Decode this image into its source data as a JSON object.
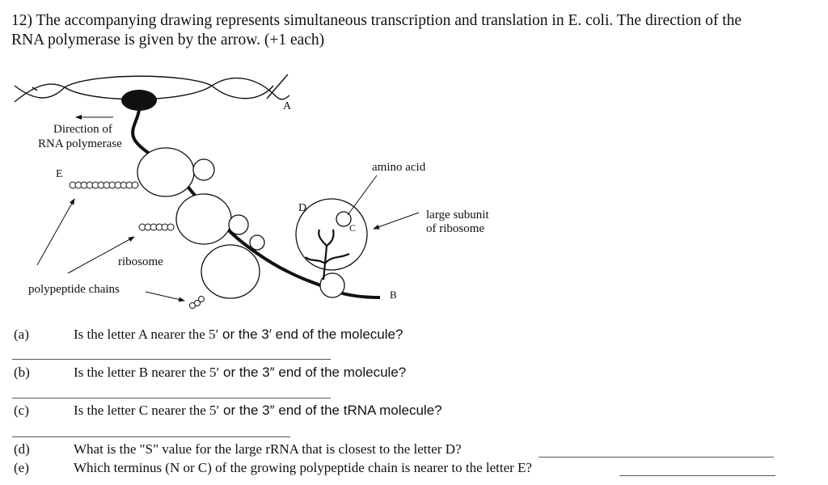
{
  "question": {
    "line1": "12) The accompanying drawing represents simultaneous transcription and translation in E. coli. The direction of the",
    "line2": "RNA polymerase is given by the arrow. (+1 each)"
  },
  "figure": {
    "direction_label_1": "Direction of",
    "direction_label_2": "RNA polymerase",
    "letter_a": "A",
    "letter_b": "B",
    "letter_c": "C",
    "letter_d": "D",
    "letter_e": "E",
    "amino_acid": "amino acid",
    "large_subunit_1": "large subunit",
    "large_subunit_2": "of ribosome",
    "ribosome": "ribosome",
    "polypeptide_chains": "polypeptide chains"
  },
  "subquestions": [
    {
      "label": "(a)",
      "text_serif": "Is the letter A nearer the 5′",
      "text_sans": " or the 3′ end of the molecule?"
    },
    {
      "label": "(b)",
      "text_serif": "Is the letter B nearer the 5′",
      "text_sans": " or the 3″ end of the molecule?"
    },
    {
      "label": "(c)",
      "text_serif": "Is the letter C nearer the 5′",
      "text_sans": " or the 3″ end of the tRNA molecule?"
    },
    {
      "label": "(d)",
      "text": "What is the \"S\" value for the large rRNA that is closest to the letter D?"
    },
    {
      "label": "(e)",
      "text": "Which terminus (N or C) of the growing polypeptide chain is nearer to the letter E?"
    }
  ]
}
